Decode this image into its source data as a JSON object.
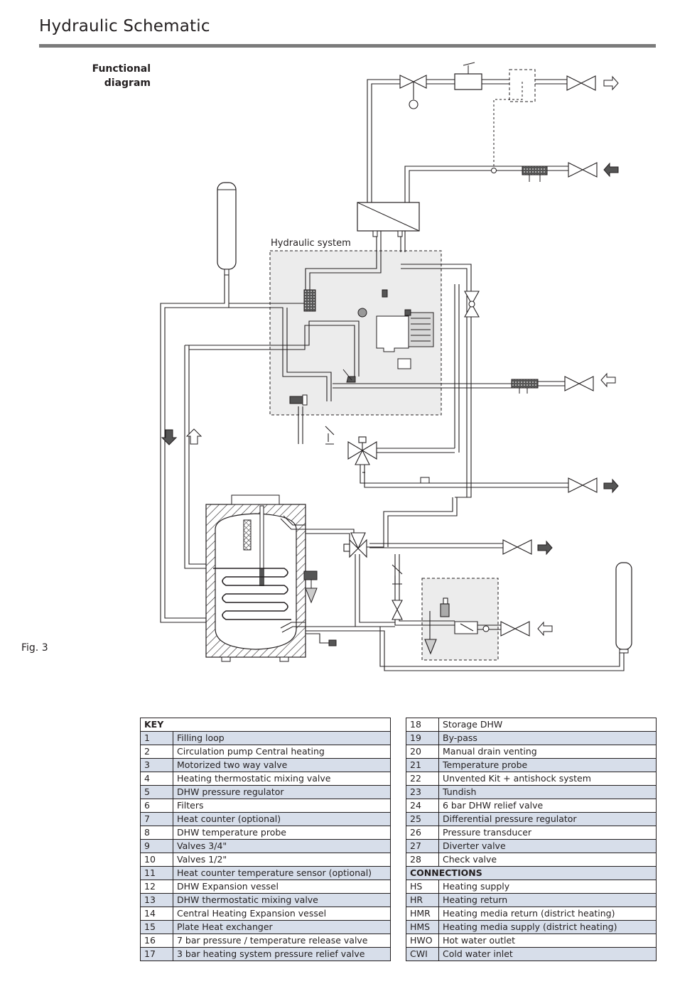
{
  "header": {
    "title": "Hydraulic Schematic",
    "subtitle_line1": "Functional",
    "subtitle_line2": "diagram",
    "figure_label": "Fig. 3"
  },
  "diagram": {
    "box_label": "Hydraulic system"
  },
  "key_left": {
    "heading": "KEY",
    "rows": [
      {
        "num": "1",
        "text": "Filling loop"
      },
      {
        "num": "2",
        "text": "Circulation pump Central heating"
      },
      {
        "num": "3",
        "text": "Motorized two way valve"
      },
      {
        "num": "4",
        "text": "Heating thermostatic mixing valve"
      },
      {
        "num": "5",
        "text": "DHW pressure regulator"
      },
      {
        "num": "6",
        "text": "Filters"
      },
      {
        "num": "7",
        "text": "Heat counter (optional)"
      },
      {
        "num": "8",
        "text": "DHW temperature probe"
      },
      {
        "num": "9",
        "text": "Valves 3/4\""
      },
      {
        "num": "10",
        "text": "Valves 1/2\""
      },
      {
        "num": "11",
        "text": "Heat counter temperature sensor (optional)"
      },
      {
        "num": "12",
        "text": "DHW Expansion vessel"
      },
      {
        "num": "13",
        "text": "DHW thermostatic mixing valve"
      },
      {
        "num": "14",
        "text": "Central Heating Expansion vessel"
      },
      {
        "num": "15",
        "text": "Plate Heat exchanger"
      },
      {
        "num": "16",
        "text": "7 bar pressure / temperature release valve"
      },
      {
        "num": "17",
        "text": "3 bar heating system pressure relief valve"
      }
    ]
  },
  "key_right": {
    "rows_top": [
      {
        "num": "18",
        "text": "Storage DHW"
      },
      {
        "num": "19",
        "text": "By-pass"
      },
      {
        "num": "20",
        "text": "Manual drain venting"
      },
      {
        "num": "21",
        "text": "Temperature probe"
      },
      {
        "num": "22",
        "text": "Unvented Kit + antishock system"
      },
      {
        "num": "23",
        "text": "Tundish"
      },
      {
        "num": "24",
        "text": "6 bar DHW relief valve"
      },
      {
        "num": "25",
        "text": "Differential pressure regulator"
      },
      {
        "num": "26",
        "text": "Pressure transducer"
      },
      {
        "num": "27",
        "text": "Diverter valve"
      },
      {
        "num": "28",
        "text": "Check valve"
      }
    ],
    "connections_heading": "CONNECTIONS",
    "connections": [
      {
        "code": "HS",
        "text": "Heating supply"
      },
      {
        "code": "HR",
        "text": "Heating return"
      },
      {
        "code": "HMR",
        "text": "Heating media return (district heating)"
      },
      {
        "code": "HMS",
        "text": "Heating media supply (district heating)"
      },
      {
        "code": "HWO",
        "text": "Hot water outlet"
      },
      {
        "code": "CWI",
        "text": "Cold water inlet"
      }
    ]
  }
}
